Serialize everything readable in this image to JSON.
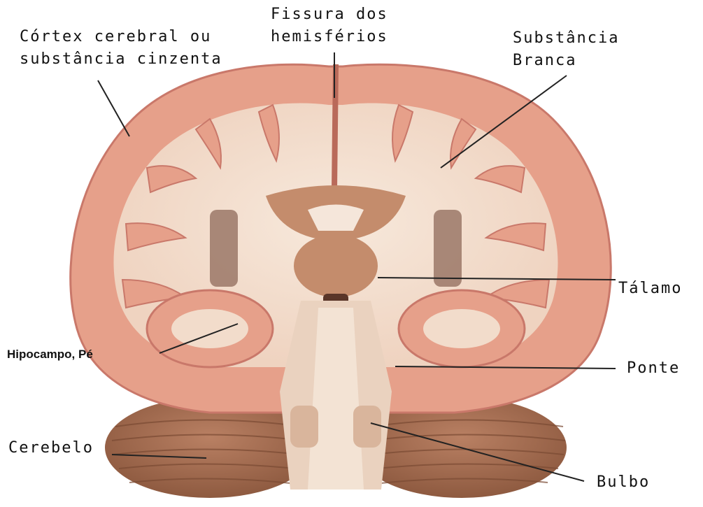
{
  "labels": {
    "cortex_line1": "Córtex cerebral ou",
    "cortex_line2": "substância cinzenta",
    "fissura_line1": "Fissura dos",
    "fissura_line2": "hemisférios",
    "branca_line1": "Substância",
    "branca_line2": "Branca",
    "talamo": "Tálamo",
    "hipocampo": "Hipocampo, Pé",
    "ponte": "Ponte",
    "cerebelo": "Cerebelo",
    "bulbo": "Bulbo"
  },
  "colors": {
    "cortex": "#e8a08a",
    "cortex_dark": "#c9786a",
    "white_matter": "#f2dccb",
    "cerebellum": "#a66f52",
    "thalamus": "#c48c6c",
    "leader_line": "#222222"
  }
}
